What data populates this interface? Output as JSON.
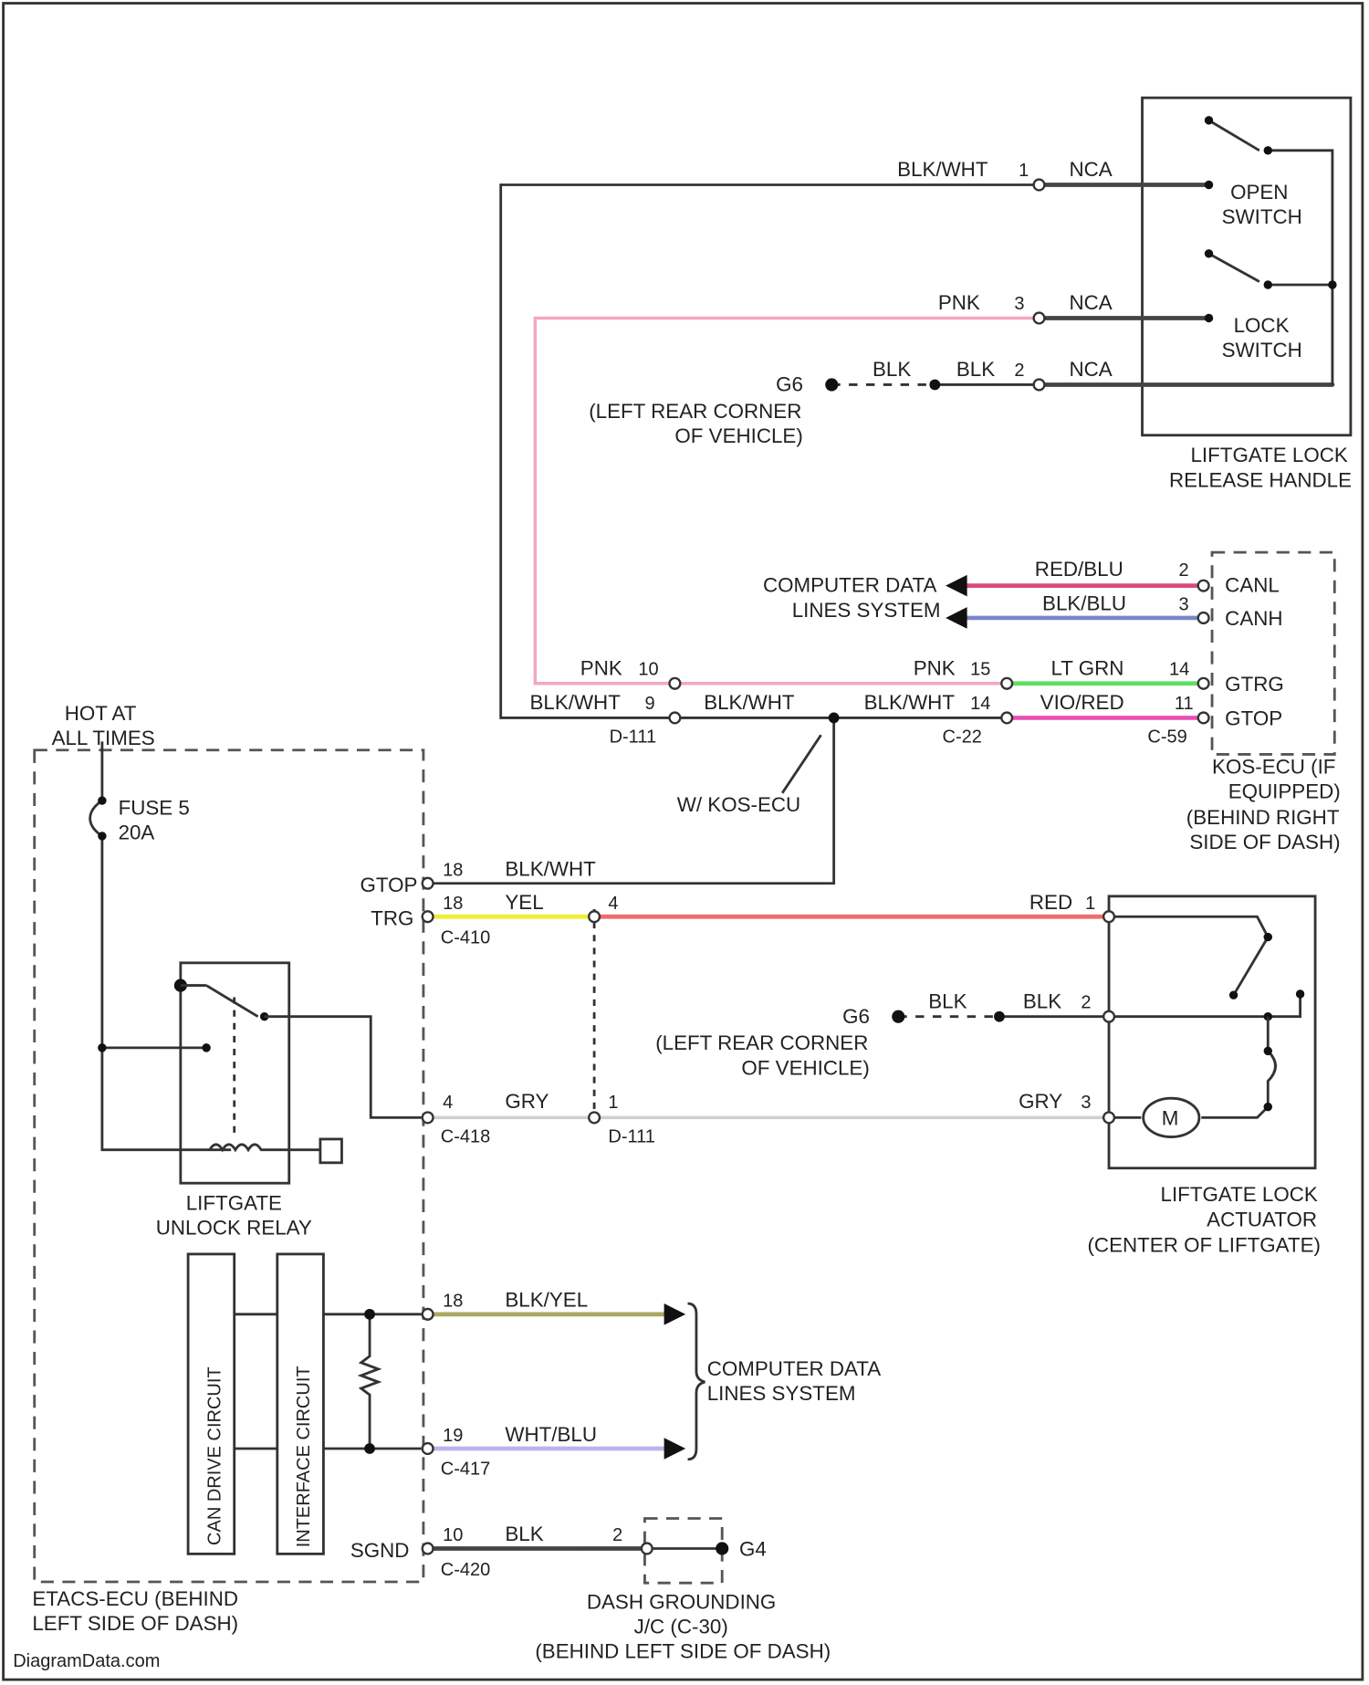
{
  "top_switch": {
    "open_pin": "1",
    "open_wire": "BLK/WHT",
    "open_nca": "NCA",
    "lock_pin": "3",
    "lock_wire": "PNK",
    "lock_nca": "NCA",
    "gnd_pin": "2",
    "gnd_wire": "BLK",
    "gnd_wire2": "BLK",
    "gnd_nca": "NCA",
    "gnd_id": "G6",
    "gnd_desc_1": "(LEFT REAR CORNER",
    "gnd_desc_2": "OF VEHICLE)",
    "open_label_1": "OPEN",
    "open_label_2": "SWITCH",
    "lock_label_1": "LOCK",
    "lock_label_2": "SWITCH",
    "handle_label_1": "LIFTGATE LOCK",
    "handle_label_2": "RELEASE HANDLE"
  },
  "kos": {
    "data_label_1": "COMPUTER DATA",
    "data_label_2": "LINES SYSTEM",
    "canl_wire": "RED/BLU",
    "canl_pin": "2",
    "canl_label": "CANL",
    "canh_wire": "BLK/BLU",
    "canh_pin": "3",
    "canh_label": "CANH",
    "pnk_left_wire": "PNK",
    "pnk_left_pin": "10",
    "pnk_mid_wire": "PNK",
    "pnk_mid_pin": "15",
    "ltgrn_wire": "LT GRN",
    "ltgrn_pin": "14",
    "gtrg_label": "GTRG",
    "bw_left_wire": "BLK/WHT",
    "bw_left_pin": "9",
    "bw_mid_wire": "BLK/WHT",
    "bw_right_wire": "BLK/WHT",
    "bw_right_pin": "14",
    "vio_wire": "VIO/RED",
    "vio_pin": "11",
    "gtop_label": "GTOP",
    "conn_d111": "D-111",
    "conn_c22": "C-22",
    "conn_c59": "C-59",
    "splice_label": "W/ KOS-ECU",
    "ecu_label_1": "KOS-ECU (IF",
    "ecu_label_2": "EQUIPPED)",
    "ecu_label_3": "(BEHIND RIGHT",
    "ecu_label_4": "SIDE OF DASH)"
  },
  "power": {
    "hot_1": "HOT AT",
    "hot_2": "ALL TIMES",
    "fuse_1": "FUSE 5",
    "fuse_2": "20A",
    "relay_1": "LIFTGATE",
    "relay_2": "UNLOCK RELAY"
  },
  "etacs": {
    "gtop_label": "GTOP",
    "gtop_pin": "18",
    "gtop_wire": "BLK/WHT",
    "trg_label": "TRG",
    "trg_pin": "18",
    "trg_wire": "YEL",
    "trg_conn": "C-410",
    "yel_splice_pin": "4",
    "out_pin": "4",
    "out_wire": "GRY",
    "out_conn": "C-418",
    "gry_splice_pin": "1",
    "gry_splice_conn": "D-111",
    "can_drive": "CAN DRIVE CIRCUIT",
    "interface": "INTERFACE CIRCUIT",
    "canh_pin": "18",
    "canh_wire": "BLK/YEL",
    "canl_pin": "19",
    "canl_wire": "WHT/BLU",
    "can_conn": "C-417",
    "data_label_1": "COMPUTER DATA",
    "data_label_2": "LINES SYSTEM",
    "sgnd_label": "SGND",
    "sgnd_pin": "10",
    "sgnd_wire": "BLK",
    "sgnd_conn": "C-420",
    "sgnd_pin2": "2",
    "sgnd_gnd": "G4",
    "dash_gnd_1": "DASH GROUNDING",
    "dash_gnd_2": "J/C (C-30)",
    "dash_gnd_3": "(BEHIND LEFT SIDE OF DASH)",
    "ecu_label_1": "ETACS-ECU (BEHIND",
    "ecu_label_2": "LEFT SIDE OF DASH)"
  },
  "actuator": {
    "red_wire": "RED",
    "red_pin": "1",
    "gnd_id": "G6",
    "gnd_wire": "BLK",
    "gnd_wire2": "BLK",
    "gnd_pin": "2",
    "gnd_desc_1": "(LEFT REAR CORNER",
    "gnd_desc_2": "OF VEHICLE)",
    "gry_wire": "GRY",
    "gry_pin": "3",
    "motor": "M",
    "label_1": "LIFTGATE LOCK",
    "label_2": "ACTUATOR",
    "label_3": "(CENTER OF LIFTGATE)"
  },
  "footer": {
    "watermark": "DiagramData.com"
  },
  "colors": {
    "black": "#333333",
    "pink": "#f4a7bd",
    "red": "#f26a6a",
    "yellow": "#eeee33",
    "gray": "#cfcfcf",
    "ltgrn": "#5ce05c",
    "magenta": "#e94fb3",
    "canl": "#d84a7c",
    "canh": "#7b86c8",
    "blkyel": "#aaa860",
    "whtblu": "#b9b5ec"
  }
}
